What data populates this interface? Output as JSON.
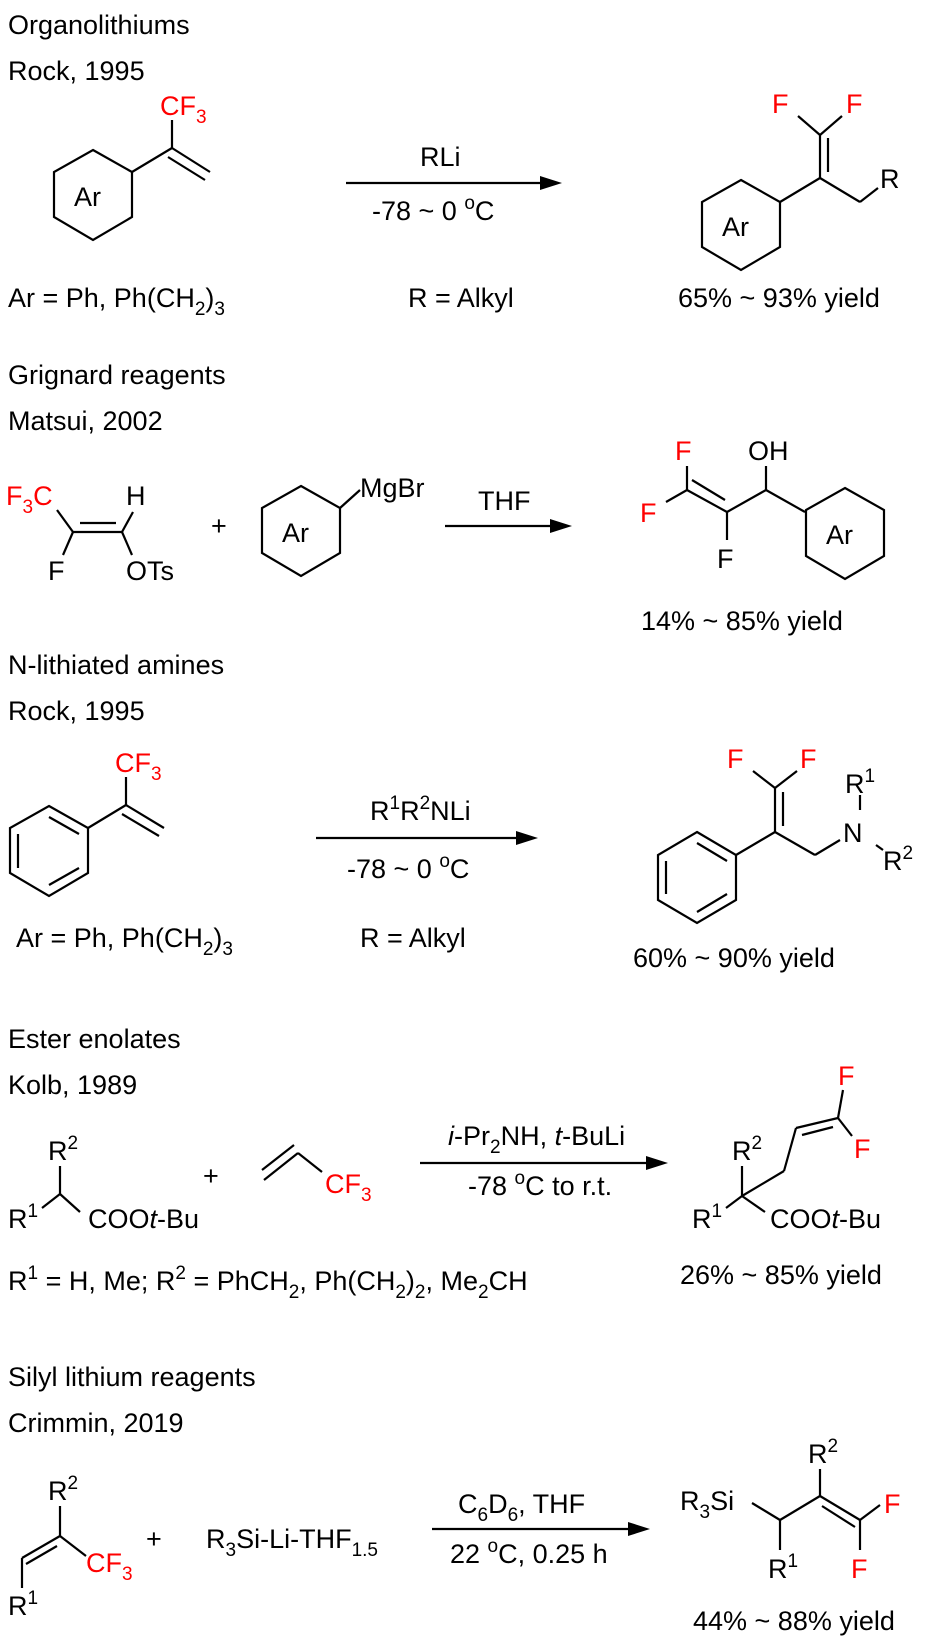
{
  "colors": {
    "text": "#000000",
    "fluorine": "#ff0000",
    "background": "#ffffff"
  },
  "schemes": [
    {
      "title": "Organolithiums",
      "reference": "Rock, 1995",
      "substrate": {
        "ring_label": "Ar",
        "group": "CF",
        "group_sub": "3"
      },
      "reagent_above": "RLi",
      "conditions_below": "-78 ~ 0 ",
      "conditions_sup": "o",
      "conditions_end": "C",
      "product": {
        "ring_label": "Ar",
        "f1": "F",
        "f2": "F",
        "r": "R"
      },
      "note_left": {
        "text": "Ar = Ph, Ph(CH",
        "sub1": "2",
        "mid": ")",
        "sub2": "3"
      },
      "note_mid": "R = Alkyl",
      "yield": "65% ~ 93% yield"
    },
    {
      "title": "Grignard reagents",
      "reference": "Matsui, 2002",
      "substrate": {
        "f3c_F": "F",
        "f3c_sub": "3",
        "f3c_C": "C",
        "h": "H",
        "f": "F",
        "ots": "OTs"
      },
      "plus": "+",
      "reagent2": {
        "ring_label": "Ar",
        "group": "MgBr"
      },
      "reagent_above": "THF",
      "product": {
        "f1": "F",
        "f2": "F",
        "f3": "F",
        "oh": "OH",
        "ring_label": "Ar"
      },
      "yield": "14% ~ 85% yield"
    },
    {
      "title": "N-lithiated amines",
      "reference": "Rock, 1995",
      "substrate": {
        "group": "CF",
        "group_sub": "3"
      },
      "reagent_above": {
        "r1": "R",
        "r1_sup": "1",
        "r2": "R",
        "r2_sup": "2",
        "rest": "NLi"
      },
      "conditions_below": "-78 ~ 0 ",
      "conditions_sup": "o",
      "conditions_end": "C",
      "product": {
        "f1": "F",
        "f2": "F",
        "n": "N",
        "r1": "R",
        "r1_sup": "1",
        "r2": "R",
        "r2_sup": "2"
      },
      "note_left": {
        "text": "Ar = Ph, Ph(CH",
        "sub1": "2",
        "mid": ")",
        "sub2": "3"
      },
      "note_mid": "R = Alkyl",
      "yield": "60% ~ 90% yield"
    },
    {
      "title": "Ester enolates",
      "reference": "Kolb, 1989",
      "substrate": {
        "r2": "R",
        "r2_sup": "2",
        "r1": "R",
        "r1_sup": "1",
        "ester_a": "COO",
        "ester_t": "t",
        "ester_b": "-Bu"
      },
      "plus": "+",
      "reagent2": {
        "group": "CF",
        "group_sub": "3"
      },
      "reagent_above": {
        "i": "i",
        "a": "-Pr",
        "a_sub": "2",
        "b": "NH, ",
        "t": "t",
        "c": "-BuLi"
      },
      "conditions_below": {
        "a": "-78 ",
        "sup": "o",
        "b": "C to r.t."
      },
      "product": {
        "f1": "F",
        "f2": "F",
        "r2": "R",
        "r2_sup": "2",
        "r1": "R",
        "r1_sup": "1",
        "ester_a": "COO",
        "ester_t": "t",
        "ester_b": "-Bu"
      },
      "note_left": {
        "r1": "R",
        "r1_sup": "1",
        "a": " = H, Me; R",
        "r2_sup": "2",
        "b": " = PhCH",
        "b_sub": "2",
        "c": ", Ph(CH",
        "c_sub": "2",
        "d": ")",
        "d_sub": "2",
        "e": ", Me",
        "e_sub": "2",
        "f": "CH"
      },
      "yield": "26% ~ 85% yield"
    },
    {
      "title": "Silyl lithium reagents",
      "reference": "Crimmin, 2019",
      "substrate": {
        "r2": "R",
        "r2_sup": "2",
        "r1": "R",
        "r1_sup": "1",
        "group": "CF",
        "group_sub": "3"
      },
      "plus": "+",
      "reagent2": {
        "a": "R",
        "a_sub": "3",
        "b": "Si-Li-THF",
        "b_sub": "1.5"
      },
      "reagent_above": {
        "a": "C",
        "a_sub": "6",
        "b": "D",
        "b_sub": "6",
        "c": ", THF"
      },
      "conditions_below": {
        "a": "22 ",
        "sup": "o",
        "b": "C, 0.25 h"
      },
      "product": {
        "si_a": "R",
        "si_sub": "3",
        "si_b": "Si",
        "r2": "R",
        "r2_sup": "2",
        "r1": "R",
        "r1_sup": "1",
        "f1": "F",
        "f2": "F"
      },
      "yield": "44% ~ 88% yield"
    }
  ]
}
